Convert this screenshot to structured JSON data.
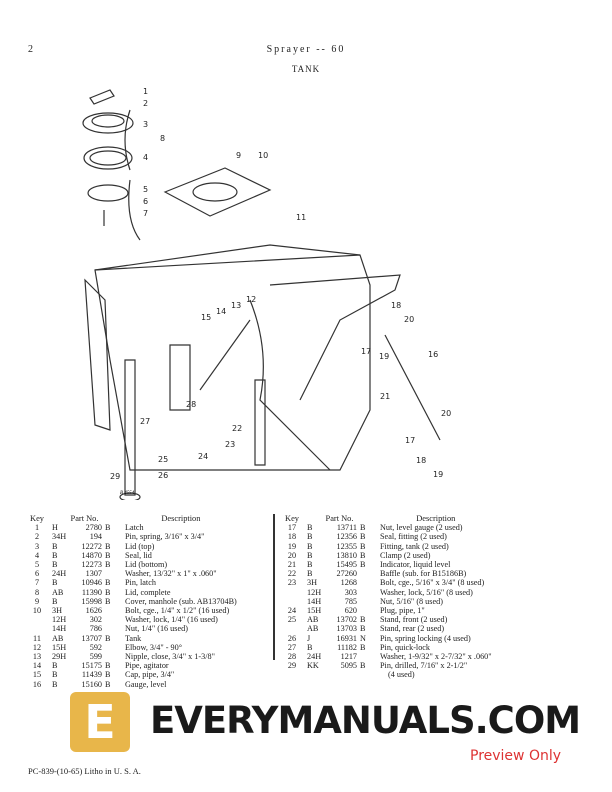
{
  "header": {
    "page_number": "2",
    "title": "Sprayer -- 60",
    "section": "TANK"
  },
  "diagram": {
    "figure_number": "B 4554",
    "callouts": [
      "1",
      "2",
      "3",
      "4",
      "5",
      "6",
      "7",
      "8",
      "9",
      "10",
      "11",
      "12",
      "13",
      "14",
      "15",
      "16",
      "17",
      "18",
      "19",
      "20",
      "21",
      "20",
      "17",
      "18",
      "19",
      "22",
      "23",
      "24",
      "25",
      "26",
      "27",
      "28",
      "29"
    ]
  },
  "table_headers": {
    "key": "Key",
    "part_no": "Part No.",
    "description": "Description"
  },
  "parts_left": [
    {
      "key": "1",
      "prefix": "H",
      "number": "2780",
      "suffix": "B",
      "description": "Latch"
    },
    {
      "key": "2",
      "prefix": "34H",
      "number": "194",
      "suffix": "",
      "description": "Pin, spring, 3/16\" x 3/4\""
    },
    {
      "key": "3",
      "prefix": "B",
      "number": "12272",
      "suffix": "B",
      "description": "Lid (top)"
    },
    {
      "key": "4",
      "prefix": "B",
      "number": "14870",
      "suffix": "B",
      "description": "Seal, lid"
    },
    {
      "key": "5",
      "prefix": "B",
      "number": "12273",
      "suffix": "B",
      "description": "Lid (bottom)"
    },
    {
      "key": "6",
      "prefix": "24H",
      "number": "1307",
      "suffix": "",
      "description": "Washer, 13/32\" x 1\" x .060\""
    },
    {
      "key": "7",
      "prefix": "B",
      "number": "10946",
      "suffix": "B",
      "description": "Pin, latch"
    },
    {
      "key": "8",
      "prefix": "AB",
      "number": "11390",
      "suffix": "B",
      "description": "Lid, complete"
    },
    {
      "key": "9",
      "prefix": "B",
      "number": "15998",
      "suffix": "B",
      "description": "Cover, manhole (sub. AB13704B)"
    },
    {
      "key": "10",
      "prefix": "3H",
      "number": "1626",
      "suffix": "",
      "description": "Bolt, cge., 1/4\" x 1/2\" (16 used)"
    },
    {
      "key": "",
      "prefix": "12H",
      "number": "302",
      "suffix": "",
      "description": "Washer, lock, 1/4\" (16 used)"
    },
    {
      "key": "",
      "prefix": "14H",
      "number": "786",
      "suffix": "",
      "description": "Nut, 1/4\" (16 used)"
    },
    {
      "key": "11",
      "prefix": "AB",
      "number": "13707",
      "suffix": "B",
      "description": "Tank"
    },
    {
      "key": "12",
      "prefix": "15H",
      "number": "592",
      "suffix": "",
      "description": "Elbow, 3/4\" - 90°"
    },
    {
      "key": "13",
      "prefix": "29H",
      "number": "599",
      "suffix": "",
      "description": "Nipple, close, 3/4\" x 1-3/8\""
    },
    {
      "key": "14",
      "prefix": "B",
      "number": "15175",
      "suffix": "B",
      "description": "Pipe, agitator"
    },
    {
      "key": "15",
      "prefix": "B",
      "number": "11439",
      "suffix": "B",
      "description": "Cap, pipe, 3/4\""
    },
    {
      "key": "16",
      "prefix": "B",
      "number": "15160",
      "suffix": "B",
      "description": "Gauge, level"
    }
  ],
  "parts_right": [
    {
      "key": "17",
      "prefix": "B",
      "number": "13711",
      "suffix": "B",
      "description": "Nut, level gauge (2 used)"
    },
    {
      "key": "18",
      "prefix": "B",
      "number": "12356",
      "suffix": "B",
      "description": "Seal, fitting (2 used)"
    },
    {
      "key": "19",
      "prefix": "B",
      "number": "12355",
      "suffix": "B",
      "description": "Fitting, tank (2 used)"
    },
    {
      "key": "20",
      "prefix": "B",
      "number": "13810",
      "suffix": "B",
      "description": "Clamp (2 used)"
    },
    {
      "key": "21",
      "prefix": "B",
      "number": "15495",
      "suffix": "B",
      "description": "Indicator, liquid level"
    },
    {
      "key": "22",
      "prefix": "B",
      "number": "27260",
      "suffix": "",
      "description": "Baffle (sub. for B15186B)"
    },
    {
      "key": "23",
      "prefix": "3H",
      "number": "1268",
      "suffix": "",
      "description": "Bolt, cge., 5/16\" x 3/4\" (8 used)"
    },
    {
      "key": "",
      "prefix": "12H",
      "number": "303",
      "suffix": "",
      "description": "Washer, lock, 5/16\" (8 used)"
    },
    {
      "key": "",
      "prefix": "14H",
      "number": "785",
      "suffix": "",
      "description": "Nut, 5/16\" (8 used)"
    },
    {
      "key": "24",
      "prefix": "15H",
      "number": "620",
      "suffix": "",
      "description": "Plug, pipe, 1\""
    },
    {
      "key": "25",
      "prefix": "AB",
      "number": "13702",
      "suffix": "B",
      "description": "Stand, front (2 used)"
    },
    {
      "key": "",
      "prefix": "AB",
      "number": "13703",
      "suffix": "B",
      "description": "Stand, rear (2 used)"
    },
    {
      "key": "26",
      "prefix": "J",
      "number": "16931",
      "suffix": "N",
      "description": "Pin, spring locking (4 used)"
    },
    {
      "key": "27",
      "prefix": "B",
      "number": "11182",
      "suffix": "B",
      "description": "Pin, quick-lock"
    },
    {
      "key": "28",
      "prefix": "24H",
      "number": "1217",
      "suffix": "",
      "description": "Washer, 1-9/32\" x 2-7/32\" x .060\""
    },
    {
      "key": "29",
      "prefix": "KK",
      "number": "5095",
      "suffix": "B",
      "description": "Pin, drilled, 7/16\" x 2-1/2\""
    },
    {
      "key": "",
      "prefix": "",
      "number": "",
      "suffix": "",
      "description": "(4 used)"
    }
  ],
  "footer": {
    "text": "PC-839-(10-65)  Litho in U. S. A."
  },
  "watermark": {
    "text": "EVERYMANUALS.COM",
    "logo": "E",
    "stamp": "Preview Only"
  }
}
